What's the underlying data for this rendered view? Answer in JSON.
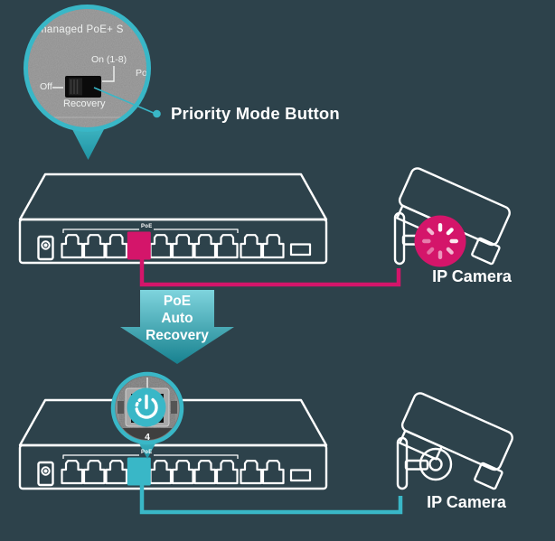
{
  "colors": {
    "background": "#2d424b",
    "teal": "#39b7c7",
    "pink": "#d4156a"
  },
  "priority_callout": {
    "panel_text": "managed PoE+ S",
    "on_label": "On (1-8)",
    "off_label": "Off",
    "switch_label": "Recovery",
    "side_text": "Po",
    "label": "Priority Mode Button"
  },
  "switches": {
    "poe_group_label": "PoE"
  },
  "flow_arrow": {
    "lines": [
      "PoE",
      "Auto",
      "Recovery"
    ]
  },
  "top_camera": {
    "label": "IP Camera"
  },
  "bottom_camera": {
    "label": "IP Camera"
  },
  "recovery_callout": {
    "port_number": "4"
  }
}
